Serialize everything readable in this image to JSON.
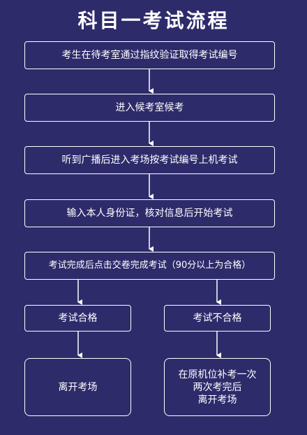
{
  "title": "科目一考试流程",
  "steps": [
    "考生在待考室通过指纹验证取得考试编号",
    "进入候考室候考",
    "听到广播后进入考场按考试编号上机考试",
    "输入本人身份证，核对信息后开始考试",
    "考试完成后点击交卷完成考试（90分以上为合格）"
  ],
  "branches": {
    "pass": {
      "label": "考试合格",
      "result": "离开考场"
    },
    "fail": {
      "label": "考试不合格",
      "result_lines": [
        "在原机位补考一次",
        "两次考完后",
        "离开考场"
      ]
    }
  },
  "colors": {
    "background": "#2e2b6b",
    "foreground": "#ffffff"
  }
}
